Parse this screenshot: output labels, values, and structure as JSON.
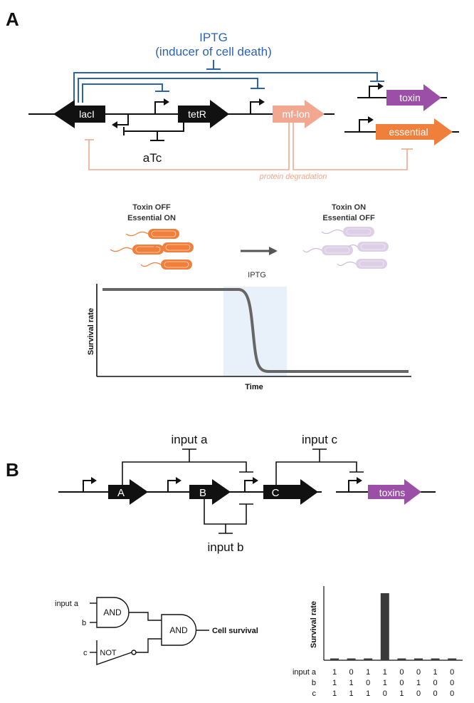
{
  "panel_a": {
    "letter": "A",
    "iptg_title": "IPTG",
    "iptg_subtitle": "(inducer of cell death)",
    "genes": {
      "laci": "lacI",
      "tetr": "tetR",
      "mf_lon": "mf-lon",
      "toxin": "toxin",
      "essential": "essential"
    },
    "atc": "aTc",
    "degradation": "protein degradation",
    "state_left_line1": "Toxin OFF",
    "state_left_line2": "Essential ON",
    "state_right_line1": "Toxin ON",
    "state_right_line2": "Essential OFF",
    "arrow_label": "IPTG",
    "plot_ylabel": "Survival rate",
    "plot_xlabel": "Time"
  },
  "panel_b": {
    "letter": "B",
    "input_a": "input a",
    "input_b": "input b",
    "input_c": "input c",
    "genes": {
      "a": "A",
      "b": "B",
      "c": "C",
      "toxins": "toxins"
    },
    "gates": {
      "and1": "AND",
      "and2": "AND",
      "not": "NOT"
    },
    "gate_input_a": "input a",
    "gate_input_b": "b",
    "gate_input_c": "c",
    "gate_output": "Cell survival"
  },
  "colors": {
    "blue": "#2c62b4",
    "salmon": "#f2a890",
    "salmon_text": "#f0a88e",
    "purple": "#9b4fa6",
    "orange": "#ef7f3b",
    "shade": "#e8f0fa",
    "curve": "#666666",
    "bar": "#3a3a3a"
  },
  "chart_data": {
    "type": "bar",
    "ylabel": "Survival rate",
    "row_labels": [
      "input a",
      "b",
      "c"
    ],
    "input_a": [
      "1",
      "0",
      "1",
      "1",
      "0",
      "0",
      "1",
      "0"
    ],
    "input_b": [
      "1",
      "1",
      "0",
      "1",
      "0",
      "1",
      "0",
      "0"
    ],
    "input_c": [
      "1",
      "1",
      "1",
      "0",
      "1",
      "0",
      "0",
      "0"
    ],
    "values": [
      0.02,
      0.02,
      0.02,
      1,
      0.02,
      0.02,
      0.02,
      0.02
    ],
    "ylim": [
      0,
      1
    ]
  }
}
